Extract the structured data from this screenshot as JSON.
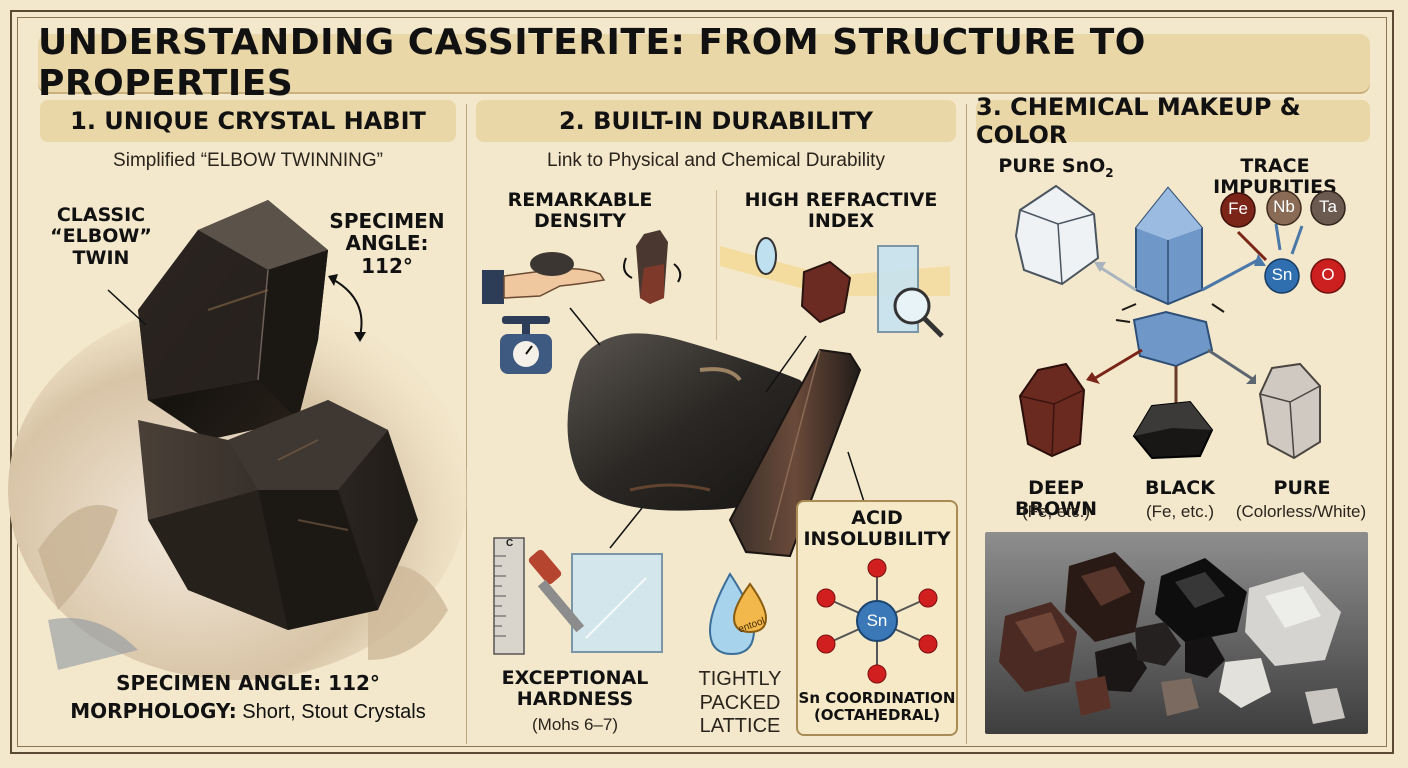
{
  "title": "UNDERSTANDING CASSITERITE: FROM STRUCTURE TO PROPERTIES",
  "section1": {
    "heading": "1. UNIQUE CRYSTAL HABIT",
    "subtitle": "Simplified “ELBOW TWINNING”",
    "twin_label": "CLASSIC “ELBOW” TWIN",
    "angle_label": "SPECIMEN ANGLE: 112°",
    "footer_angle": "SPECIMEN ANGLE: 112°",
    "footer_morph_key": "MORPHOLOGY:",
    "footer_morph_val": " Short, Stout Crystals"
  },
  "section2": {
    "heading": "2. BUILT-IN DURABILITY",
    "subtitle": "Link to Physical and Chemical Durability",
    "density": "REMARKABLE DENSITY",
    "refractive": "HIGH REFRACTIVE INDEX",
    "hardness": "EXCEPTIONAL HARDNESS",
    "hardness_note": "(Mohs 6–7)",
    "lattice": "TIGHTLY PACKED LATTICE",
    "acid_title": "ACID INSOLUBILITY",
    "sn_atom": "Sn",
    "coordination": "Sn COORDINATION (OCTAHEDRAL)",
    "ruler_mark": "C",
    "drop_text": "entool"
  },
  "section3": {
    "heading": "3. CHEMICAL MAKEUP & COLOR",
    "pure_label": "PURE SnO",
    "pure_sub": "2",
    "trace_label": "TRACE IMPURITIES",
    "elements": [
      "Fe",
      "Nb",
      "Ta",
      "Sn",
      "O"
    ],
    "varieties": [
      {
        "name": "DEEP BROWN",
        "note": "(Fe, etc.)"
      },
      {
        "name": "BLACK",
        "note": "(Fe, etc.)"
      },
      {
        "name": "PURE",
        "note": "(Colorless/White)"
      }
    ]
  },
  "colors": {
    "panel": "#ead7a8",
    "background": "#f4e8cc",
    "iron": "#7a2518",
    "niobium": "#8a6b55",
    "tantalum": "#6b5a50",
    "tin": "#2f6fb0",
    "oxygen": "#cc1f1f"
  }
}
